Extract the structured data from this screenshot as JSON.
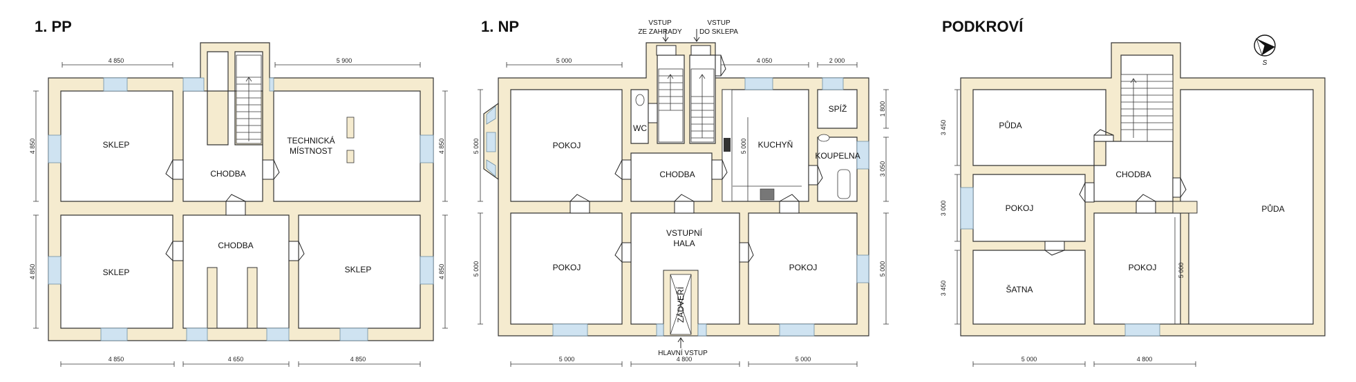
{
  "plans": [
    {
      "title": "1. PP",
      "rooms": [
        "SKLEP",
        "CHODBA",
        "TECHNICKÁ",
        "MÍSTNOST",
        "SKLEP",
        "CHODBA",
        "SKLEP"
      ],
      "top_dims": [
        "4 850",
        "5 900"
      ],
      "bottom_dims": [
        "4 850",
        "4 650",
        "4 850"
      ],
      "left_dims": [
        "4 850",
        "4 850"
      ],
      "right_dims": [
        "4 850",
        "4 850"
      ]
    },
    {
      "title": "1. NP",
      "rooms": [
        "POKOJ",
        "WC",
        "CHODBA",
        "KUCHYŇ",
        "SPÍŽ",
        "KOUPELNA",
        "POKOJ",
        "VSTUPNÍ",
        "HALA",
        "POKOJ",
        "ZÁDVEŘÍ"
      ],
      "top_dims": [
        "5 000",
        "4 050",
        "2 000"
      ],
      "bottom_dims": [
        "5 000",
        "4 800",
        "5 000"
      ],
      "left_dims": [
        "5 000",
        "5 000"
      ],
      "right_dims": [
        "1 800",
        "3 050",
        "5 000"
      ],
      "inner_dim": "5 000",
      "labels": {
        "garden_entry_1": "VSTUP",
        "garden_entry_2": "ZE ZAHRADY",
        "cellar_entry_1": "VSTUP",
        "cellar_entry_2": "DO SKLEPA",
        "main_entry": "HLAVNÍ VSTUP"
      }
    },
    {
      "title": "PODKROVÍ",
      "rooms": [
        "PŮDA",
        "CHODBA",
        "PŮDA",
        "POKOJ",
        "ŠATNA",
        "POKOJ"
      ],
      "bottom_dims": [
        "5 000",
        "4 800"
      ],
      "left_dims": [
        "3 450",
        "3 000",
        "3 450"
      ],
      "inner_dim": "5 000",
      "compass_label": "S"
    }
  ]
}
